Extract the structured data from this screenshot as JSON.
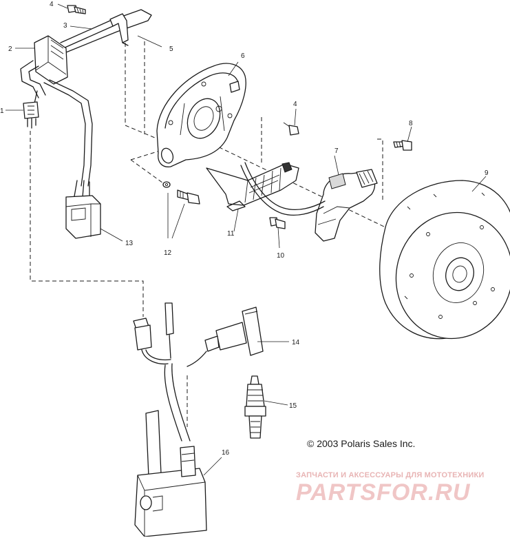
{
  "callouts": [
    "1",
    "2",
    "3",
    "4",
    "4",
    "5",
    "6",
    "7",
    "8",
    "9",
    "10",
    "11",
    "12",
    "13",
    "14",
    "15",
    "16"
  ],
  "copyright": "© 2003 Polaris Sales Inc.",
  "watermark": {
    "tagline": "ЗАПЧАСТИ И АКСЕССУАРЫ ДЛЯ МОТОТЕХНИКИ",
    "logo": "PARTSFOR.RU",
    "color": "#f0c6c6"
  }
}
